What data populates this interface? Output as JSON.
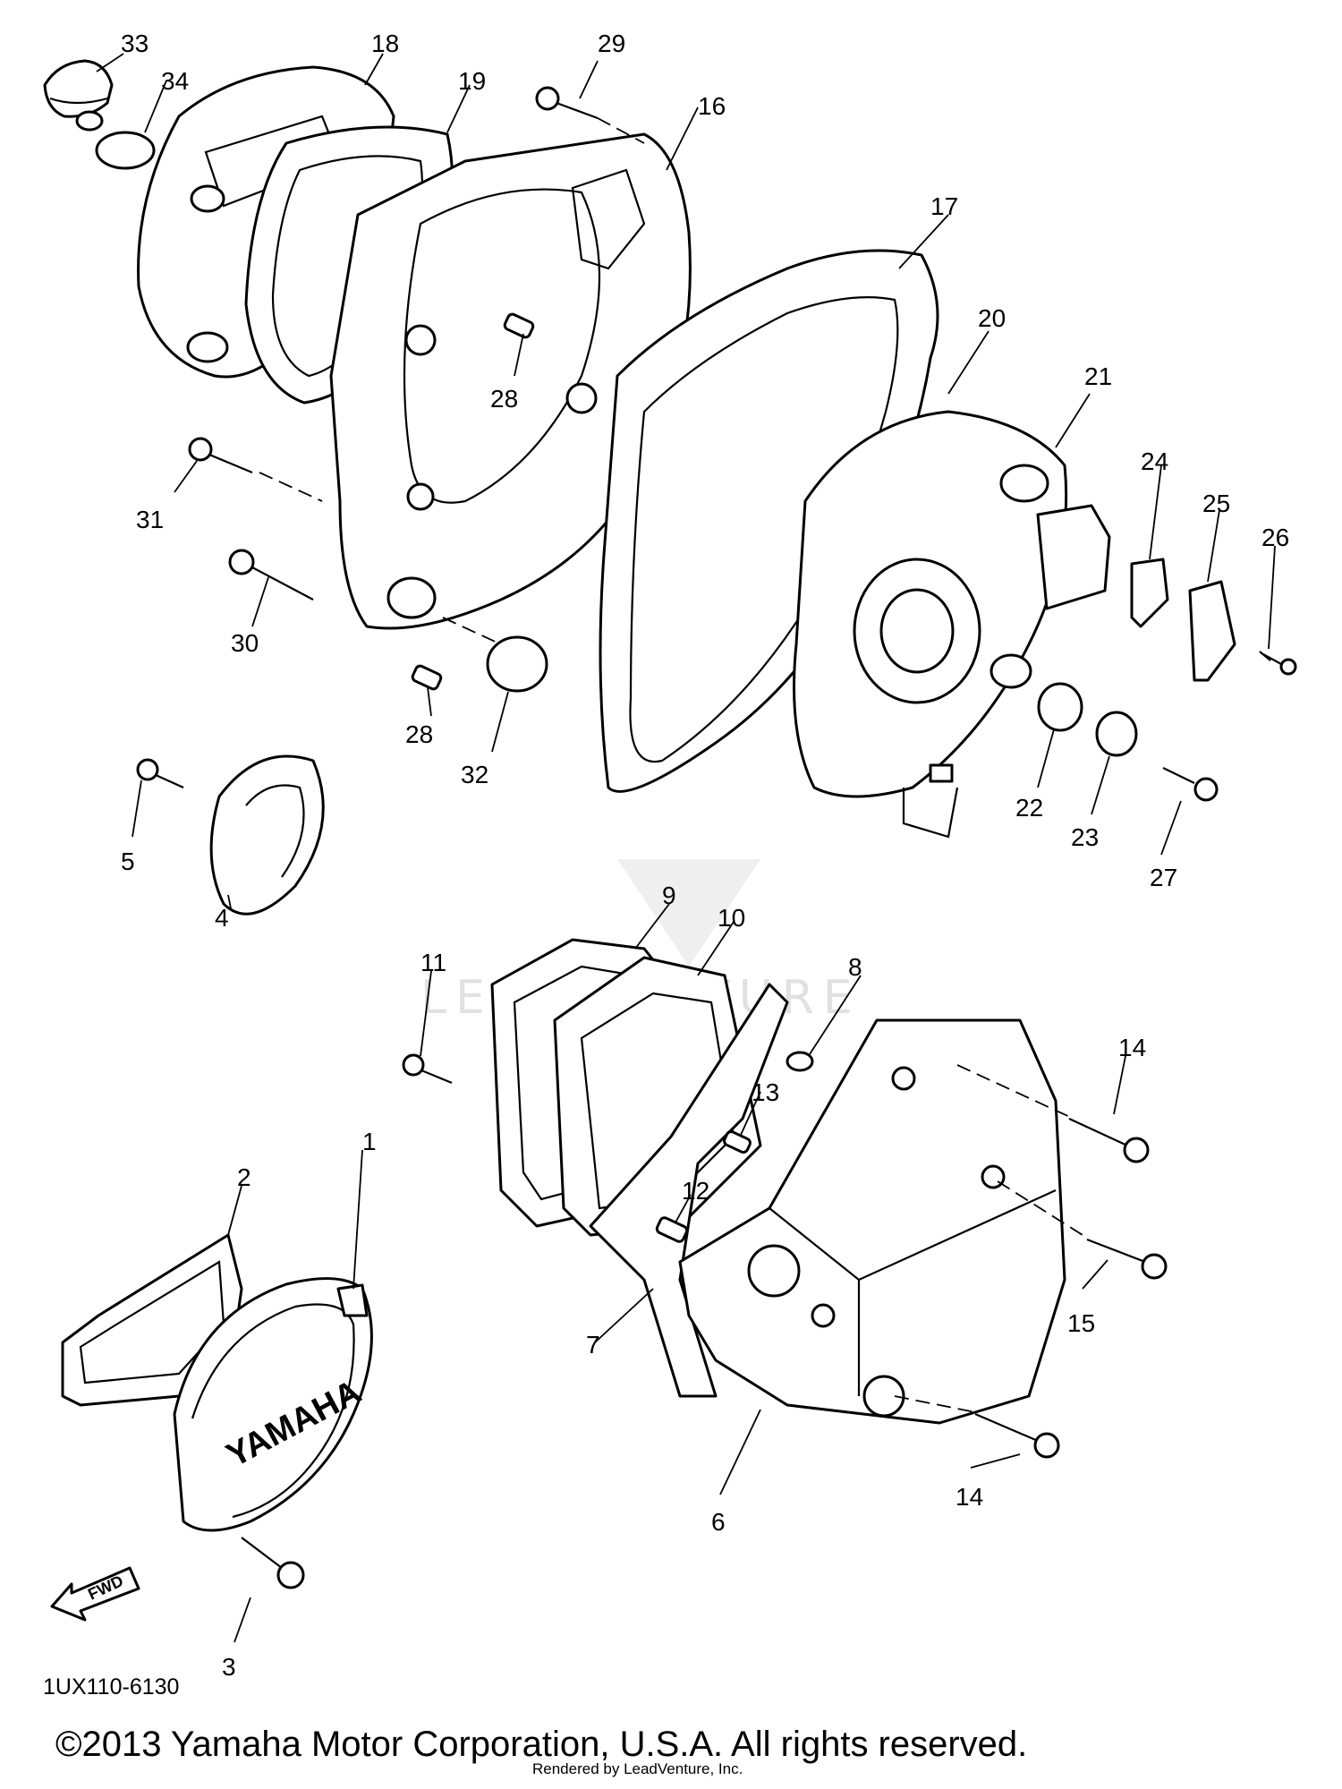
{
  "diagram": {
    "callouts": [
      {
        "label": "33"
      },
      {
        "label": "34"
      },
      {
        "label": "18"
      },
      {
        "label": "19"
      },
      {
        "label": "29"
      },
      {
        "label": "16"
      },
      {
        "label": "28"
      },
      {
        "label": "17"
      },
      {
        "label": "20"
      },
      {
        "label": "21"
      },
      {
        "label": "31"
      },
      {
        "label": "30"
      },
      {
        "label": "28"
      },
      {
        "label": "32"
      },
      {
        "label": "24"
      },
      {
        "label": "25"
      },
      {
        "label": "26"
      },
      {
        "label": "22"
      },
      {
        "label": "23"
      },
      {
        "label": "27"
      },
      {
        "label": "5"
      },
      {
        "label": "4"
      },
      {
        "label": "9"
      },
      {
        "label": "10"
      },
      {
        "label": "11"
      },
      {
        "label": "8"
      },
      {
        "label": "14"
      },
      {
        "label": "13"
      },
      {
        "label": "12"
      },
      {
        "label": "15"
      },
      {
        "label": "2"
      },
      {
        "label": "1"
      },
      {
        "label": "7"
      },
      {
        "label": "14"
      },
      {
        "label": "6"
      },
      {
        "label": "3"
      }
    ],
    "diagram_code": "1UX110-6130",
    "cover_brand": "YAMAHA",
    "fwd_label": "FWD",
    "watermark": "LEADVENTURE"
  },
  "footer": {
    "copyright": "©2013 Yamaha Motor Corporation, U.S.A. All rights reserved.",
    "rendered_by": "Rendered by LeadVenture, Inc."
  }
}
